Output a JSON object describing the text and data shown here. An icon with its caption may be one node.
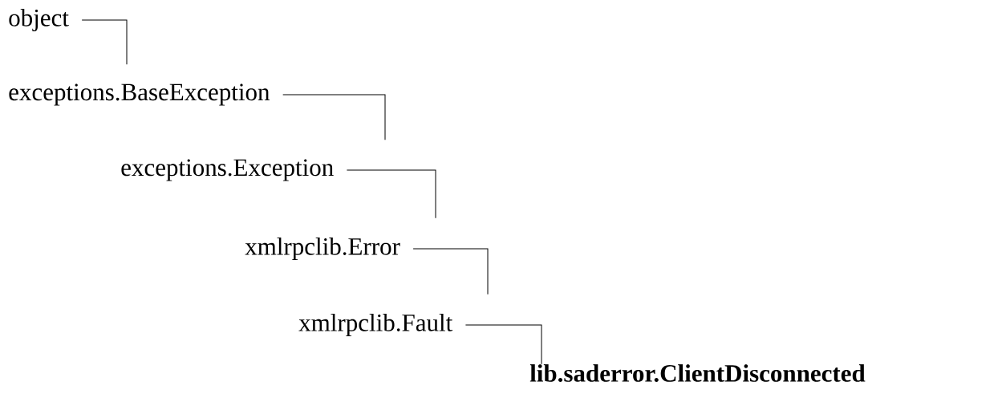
{
  "diagram": {
    "nodes": [
      {
        "text": [
          "object"
        ]
      },
      {
        "text": [
          "exceptions.BaseException"
        ]
      },
      {
        "text": [
          "exceptions.Exception"
        ]
      },
      {
        "text": [
          "xmlrpclib.Error"
        ]
      },
      {
        "text": [
          "xmlrpclib.Fault"
        ]
      },
      {
        "text": [
          "lib.saderror.ClientDisconnected"
        ]
      }
    ],
    "edges": [
      {
        "from": 0,
        "to": 1,
        "arrow": "none"
      },
      {
        "from": 1,
        "to": 2,
        "arrow": "none"
      },
      {
        "from": 2,
        "to": 3,
        "arrow": "none"
      },
      {
        "from": 3,
        "to": 4,
        "arrow": "none"
      },
      {
        "from": 4,
        "to": 5,
        "arrow": "none"
      }
    ]
  }
}
